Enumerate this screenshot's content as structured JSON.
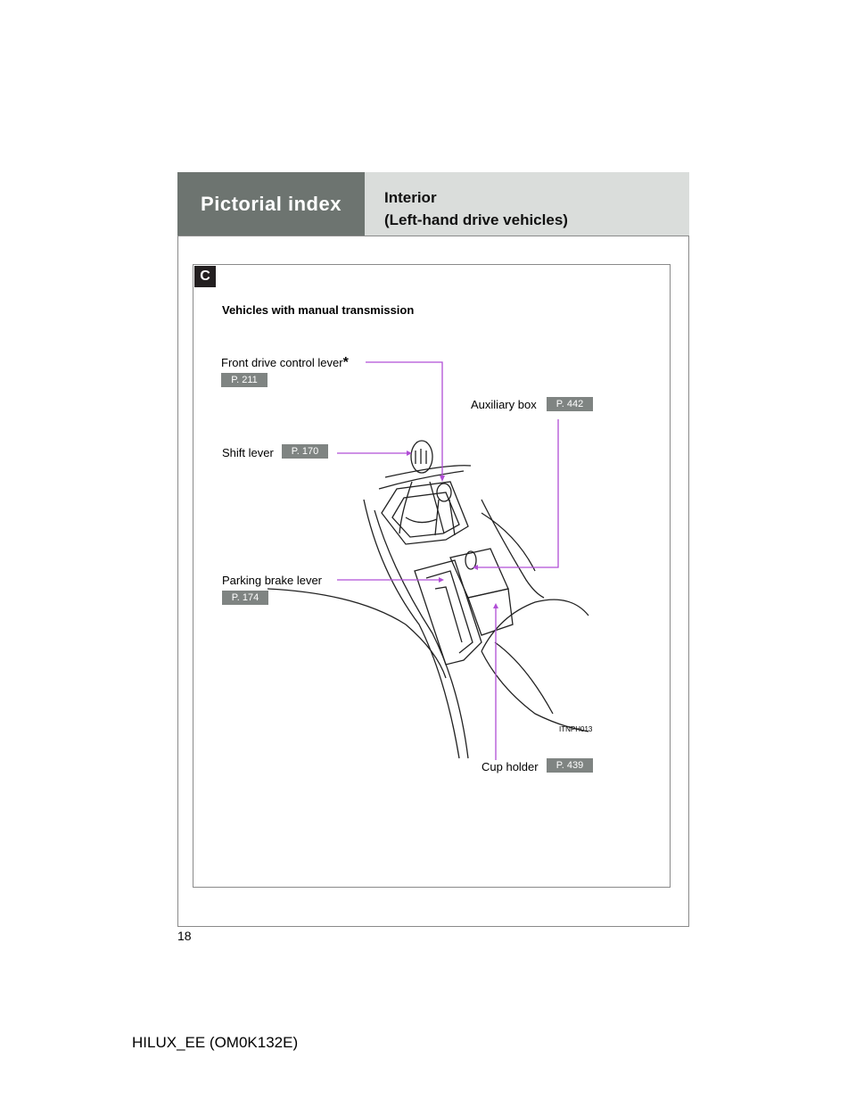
{
  "header": {
    "section": "Pictorial index",
    "title_line1": "Interior",
    "title_line2": "(Left-hand drive vehicles)"
  },
  "section_badge": "C",
  "subtitle": "Vehicles with manual transmission",
  "callouts": {
    "front_drive": {
      "label": "Front drive control lever",
      "mark": "*",
      "page": "P. 211"
    },
    "auxiliary_box": {
      "label": "Auxiliary box",
      "page": "P. 442"
    },
    "shift_lever": {
      "label": "Shift lever",
      "page": "P. 170"
    },
    "parking_brake": {
      "label": "Parking brake lever",
      "page": "P. 174"
    },
    "cup_holder": {
      "label": "Cup holder",
      "page": "P. 439"
    }
  },
  "figure_code": "ITNPH013",
  "page_number": "18",
  "doc_code": "HILUX_EE (OM0K132E)",
  "colors": {
    "header_dark": "#6d7470",
    "header_light": "#dadddb",
    "leader": "#b14fd6",
    "page_ref": "#7f8482"
  }
}
